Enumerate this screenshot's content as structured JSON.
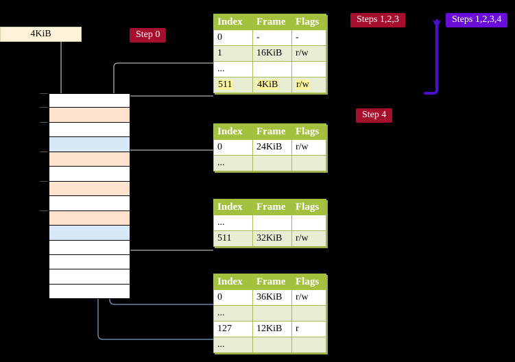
{
  "diagram": {
    "title_hidden": "",
    "size_label": "4KiB",
    "badges": {
      "step0": "Step 0",
      "step4": "Step 4",
      "steps123": "Steps 1,2,3",
      "steps1234": "Steps 1,2,3,4"
    },
    "colors": {
      "badge_crimson": "#a50f2d",
      "badge_violet": "#6a0dd8",
      "table_header": "#a3c13e",
      "table_alt_row": "#e8eed4",
      "highlight": "#fbf59b",
      "mem_peach": "#fde2cd",
      "mem_blue": "#d9e8f8",
      "kib_box": "#fdf3d8",
      "wire_gray": "#b0b0b0",
      "wire_blue": "#7e9fc4",
      "arrow_violet": "#4b0fd0"
    }
  },
  "memory": {
    "rows": [
      {
        "fill": "white",
        "tick": true
      },
      {
        "fill": "peach",
        "tick": true
      },
      {
        "fill": "white",
        "tick": true
      },
      {
        "fill": "blue",
        "tick": false
      },
      {
        "fill": "peach",
        "tick": true
      },
      {
        "fill": "white",
        "tick": false
      },
      {
        "fill": "peach",
        "tick": true
      },
      {
        "fill": "white",
        "tick": false
      },
      {
        "fill": "peach",
        "tick": true
      },
      {
        "fill": "blue",
        "tick": false
      },
      {
        "fill": "white",
        "tick": false
      },
      {
        "fill": "white",
        "tick": false
      },
      {
        "fill": "white",
        "tick": false
      },
      {
        "fill": "white",
        "tick": false
      }
    ]
  },
  "tables": [
    {
      "name": "pml4-table",
      "headers": [
        "Index",
        "Frame",
        "Flags"
      ],
      "rows": [
        {
          "style": "plain",
          "cells": [
            "0",
            "-",
            "-"
          ],
          "highlight": false
        },
        {
          "style": "alt",
          "cells": [
            "1",
            "16KiB",
            "r/w"
          ],
          "highlight": false
        },
        {
          "style": "plain",
          "cells": [
            "...",
            "",
            ""
          ],
          "highlight": false
        },
        {
          "style": "alt",
          "cells": [
            "511",
            "4KiB",
            "r/w"
          ],
          "highlight": true
        }
      ]
    },
    {
      "name": "pdpt-table",
      "headers": [
        "Index",
        "Frame",
        "Flags"
      ],
      "rows": [
        {
          "style": "plain",
          "cells": [
            "0",
            "24KiB",
            "r/w"
          ],
          "highlight": false
        },
        {
          "style": "alt",
          "cells": [
            "...",
            "",
            ""
          ],
          "highlight": false
        }
      ]
    },
    {
      "name": "pd-table",
      "headers": [
        "Index",
        "Frame",
        "Flags"
      ],
      "rows": [
        {
          "style": "plain",
          "cells": [
            "...",
            "",
            ""
          ],
          "highlight": false
        },
        {
          "style": "alt",
          "cells": [
            "511",
            "32KiB",
            "r/w"
          ],
          "highlight": false
        }
      ]
    },
    {
      "name": "pt-table",
      "headers": [
        "Index",
        "Frame",
        "Flags"
      ],
      "rows": [
        {
          "style": "plain",
          "cells": [
            "0",
            "36KiB",
            "r/w"
          ],
          "highlight": false
        },
        {
          "style": "alt",
          "cells": [
            "...",
            "",
            ""
          ],
          "highlight": false
        },
        {
          "style": "plain",
          "cells": [
            "127",
            "12KiB",
            "r"
          ],
          "highlight": false
        },
        {
          "style": "alt",
          "cells": [
            "...",
            "",
            ""
          ],
          "highlight": false
        }
      ]
    }
  ]
}
